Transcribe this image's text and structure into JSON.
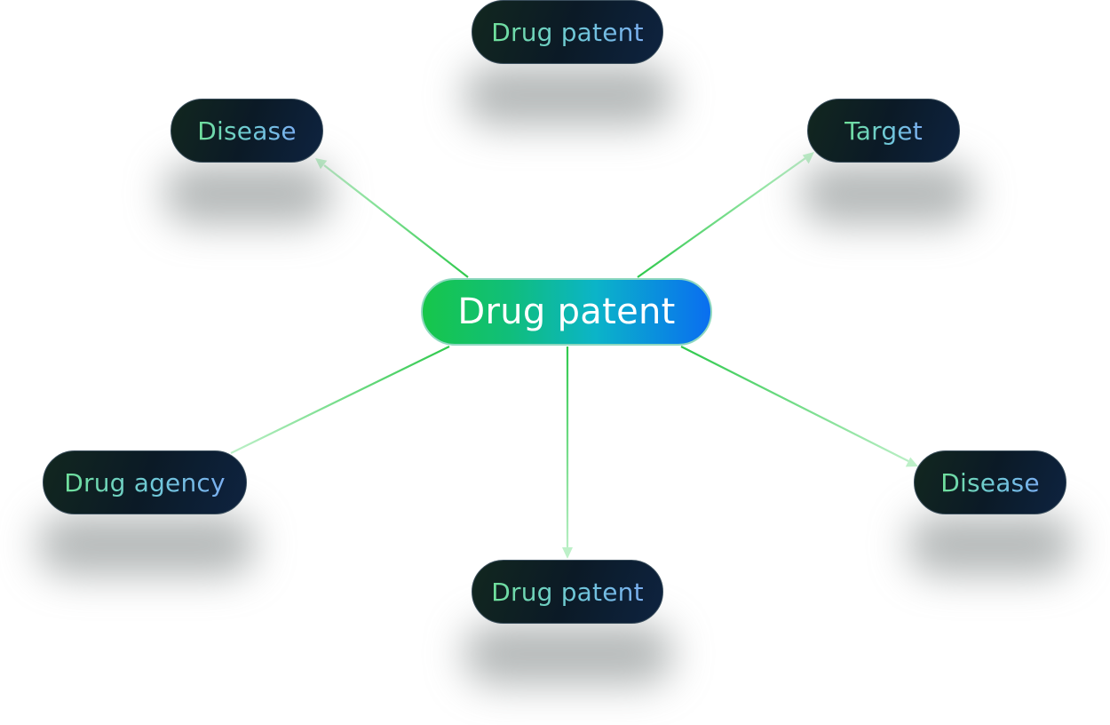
{
  "colors": {
    "edge_strong": "#2ec94c",
    "edge_light": "#bdf0c8",
    "node_text_start": "#6fe09a",
    "node_text_end": "#7aaef0",
    "center_start": "#17c64a",
    "center_end": "#0a6ef0"
  },
  "center": {
    "label": "Drug patent"
  },
  "nodes": [
    {
      "id": "top",
      "label": "Drug patent"
    },
    {
      "id": "upper-left",
      "label": "Disease"
    },
    {
      "id": "upper-right",
      "label": "Target"
    },
    {
      "id": "left",
      "label": "Drug agency"
    },
    {
      "id": "right",
      "label": "Disease"
    },
    {
      "id": "bottom",
      "label": "Drug patent"
    }
  ],
  "edges": [
    {
      "to": "upper-left",
      "arrow": true
    },
    {
      "to": "upper-right",
      "arrow": true
    },
    {
      "to": "left",
      "arrow": false
    },
    {
      "to": "right",
      "arrow": true
    },
    {
      "to": "bottom",
      "arrow": true
    }
  ]
}
